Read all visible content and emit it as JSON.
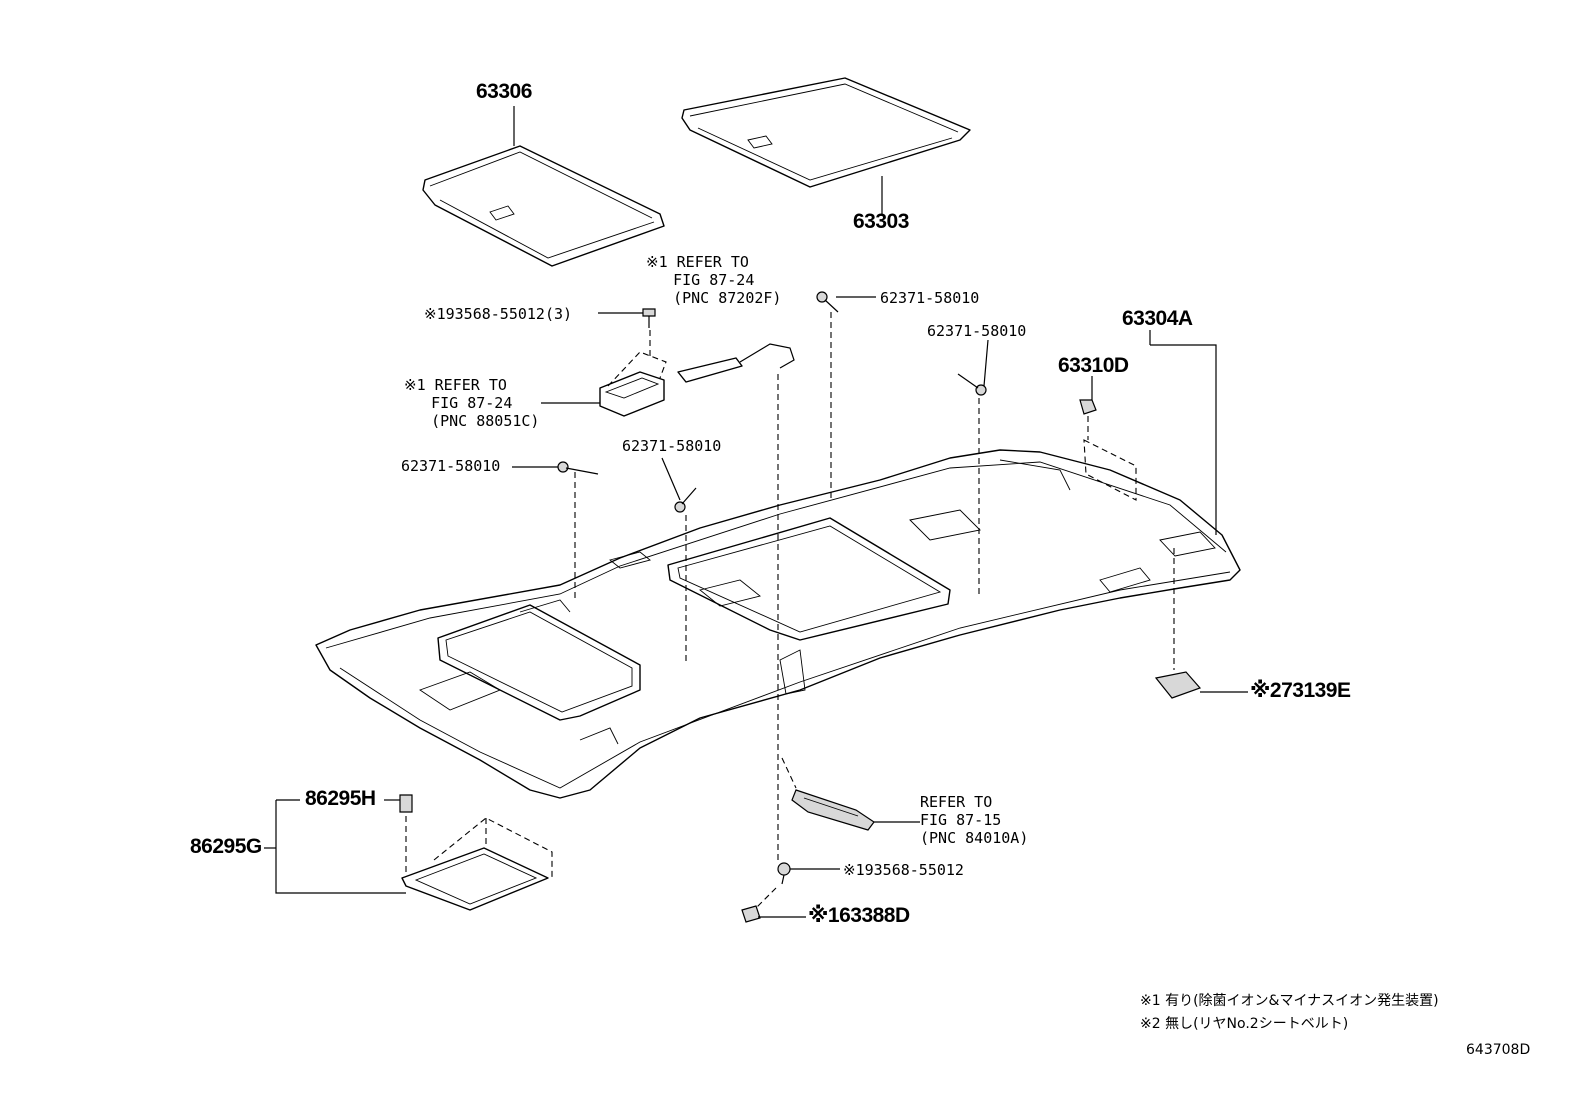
{
  "parts": {
    "p63306": "63306",
    "p63303": "63303",
    "p63304a": "63304A",
    "p63310d": "63310D",
    "p62371_a": "62371-58010",
    "p62371_b": "62371-58010",
    "p62371_c": "62371-58010",
    "p62371_d": "62371-58010",
    "p93568_3": "※193568-55012(3)",
    "p93568": "※193568-55012",
    "p63388d": "※163388D",
    "p73139e": "※273139E",
    "p86295h": "86295H",
    "p86295g": "86295G"
  },
  "refs": {
    "ref1": "※1 REFER TO\n   FIG 87-24\n   (PNC 87202F)",
    "ref2": "※1 REFER TO\n   FIG 87-24\n   (PNC 88051C)",
    "ref3": "REFER TO\nFIG 87-15\n(PNC 84010A)"
  },
  "notes": {
    "n1": "※1 有り(除菌イオン&マイナスイオン発生装置)",
    "n2": "※2 無し(リヤNo.2シートベルト)"
  },
  "figure_id": "643708D"
}
